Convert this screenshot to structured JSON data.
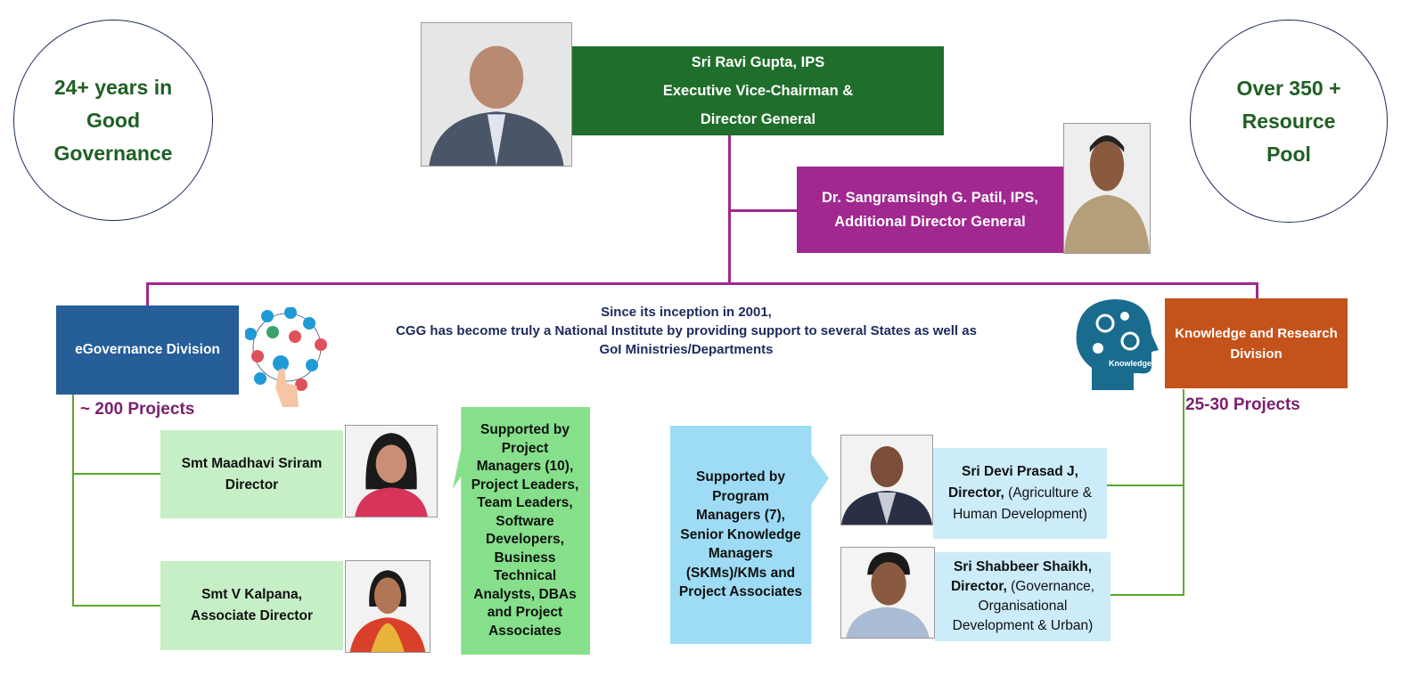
{
  "left_circle": {
    "lines": [
      "24+ years in",
      "Good",
      "Governance"
    ]
  },
  "right_circle": {
    "lines": [
      "Over 350 +",
      "Resource",
      "Pool"
    ]
  },
  "head": {
    "lines": [
      "Sri Ravi Gupta, IPS",
      "Executive Vice-Chairman &",
      "Director General"
    ]
  },
  "adg": {
    "lines": [
      "Dr. Sangramsingh G. Patil, IPS,",
      "Additional Director General"
    ]
  },
  "intro": {
    "lines": [
      "Since its inception in 2001,",
      "CGG has become truly a National Institute by providing support to several States as well as",
      "GoI Ministries/Departments"
    ]
  },
  "egov": {
    "title": "eGovernance Division",
    "projects": "~ 200 Projects"
  },
  "kr": {
    "title_lines": [
      "Knowledge and Research",
      "Division"
    ],
    "projects": "25-30 Projects",
    "icon_label": "Knowledge"
  },
  "egov_people": [
    {
      "lines": [
        "Smt Maadhavi Sriram",
        "Director"
      ]
    },
    {
      "lines": [
        "Smt V Kalpana,",
        "Associate Director"
      ]
    }
  ],
  "egov_support": {
    "lines": [
      "Supported by",
      "Project",
      "Managers (10),",
      "Project Leaders,",
      "Team Leaders,",
      "Software",
      "Developers,",
      "Business",
      "Technical",
      "Analysts, DBAs",
      "and Project",
      "Associates"
    ]
  },
  "kr_support": {
    "lines": [
      "Supported by",
      "Program",
      "Managers (7),",
      "Senior Knowledge",
      "Managers",
      "(SKMs)/KMs and",
      "Project Associates"
    ]
  },
  "kr_people": [
    {
      "name": "Sri Devi Prasad J,",
      "role": "Director,",
      "detail1": " (Agriculture &",
      "detail2": "Human Development)"
    },
    {
      "name": "Sri Shabbeer Shaikh,",
      "role": "Director,",
      "detail1": " (Governance,",
      "detail2": "Organisational",
      "detail3": "Development & Urban)"
    }
  ],
  "colors": {
    "green": "#1f6e2b",
    "purple": "#a0288f",
    "blue": "#255e99",
    "orange": "#c4521b"
  }
}
